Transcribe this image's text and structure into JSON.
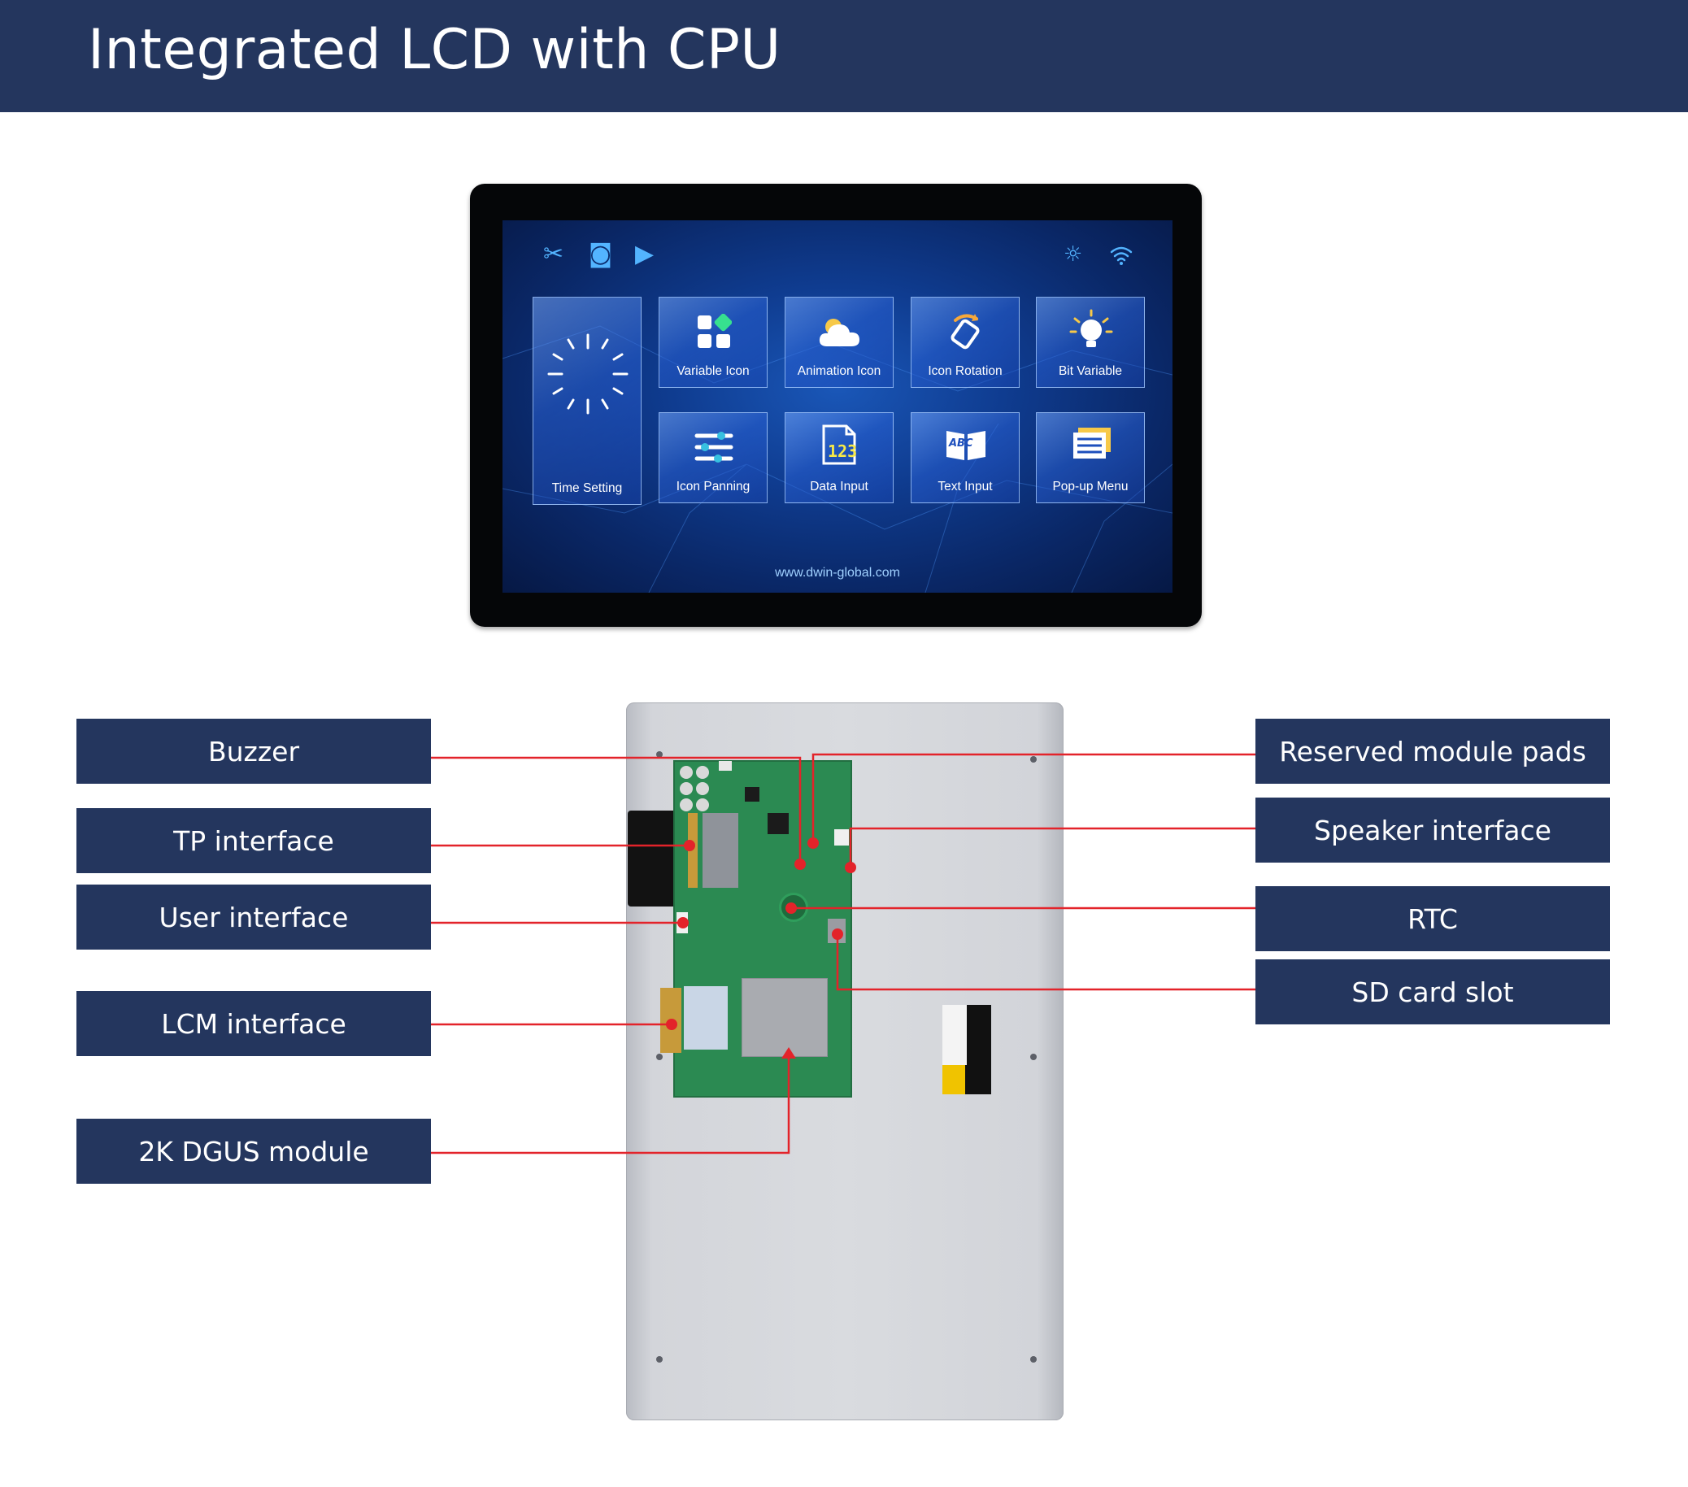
{
  "header": {
    "title": "Integrated LCD with CPU"
  },
  "screen": {
    "status_icons_left": [
      "wrench-icon",
      "camera-icon",
      "play-icon"
    ],
    "status_icons_right": [
      "brightness-icon",
      "wifi-icon"
    ],
    "tiles": [
      {
        "label": "Time Setting",
        "icon": "clock-icon"
      },
      {
        "label": "Variable Icon",
        "icon": "grid-icon"
      },
      {
        "label": "Animation Icon",
        "icon": "cloud-icon"
      },
      {
        "label": "Icon Rotation",
        "icon": "rotate-icon"
      },
      {
        "label": "Bit Variable",
        "icon": "bulb-icon"
      },
      {
        "label": "Icon Panning",
        "icon": "sliders-icon"
      },
      {
        "label": "Data Input",
        "icon": "number-icon",
        "glyph": "123"
      },
      {
        "label": "Text Input",
        "icon": "book-icon",
        "glyph": "ABC"
      },
      {
        "label": "Pop-up Menu",
        "icon": "menu-icon"
      }
    ],
    "url": "www.dwin-global.com"
  },
  "callouts": {
    "left": [
      "Buzzer",
      "TP interface",
      "User interface",
      "LCM interface",
      "2K DGUS module"
    ],
    "right": [
      "Reserved module pads",
      "Speaker interface",
      "RTC",
      "SD card slot"
    ]
  },
  "colors": {
    "header_bg": "#24365e",
    "label_bg": "#24365e",
    "leader_line": "#e3232a",
    "pcb": "#2b8a52"
  }
}
